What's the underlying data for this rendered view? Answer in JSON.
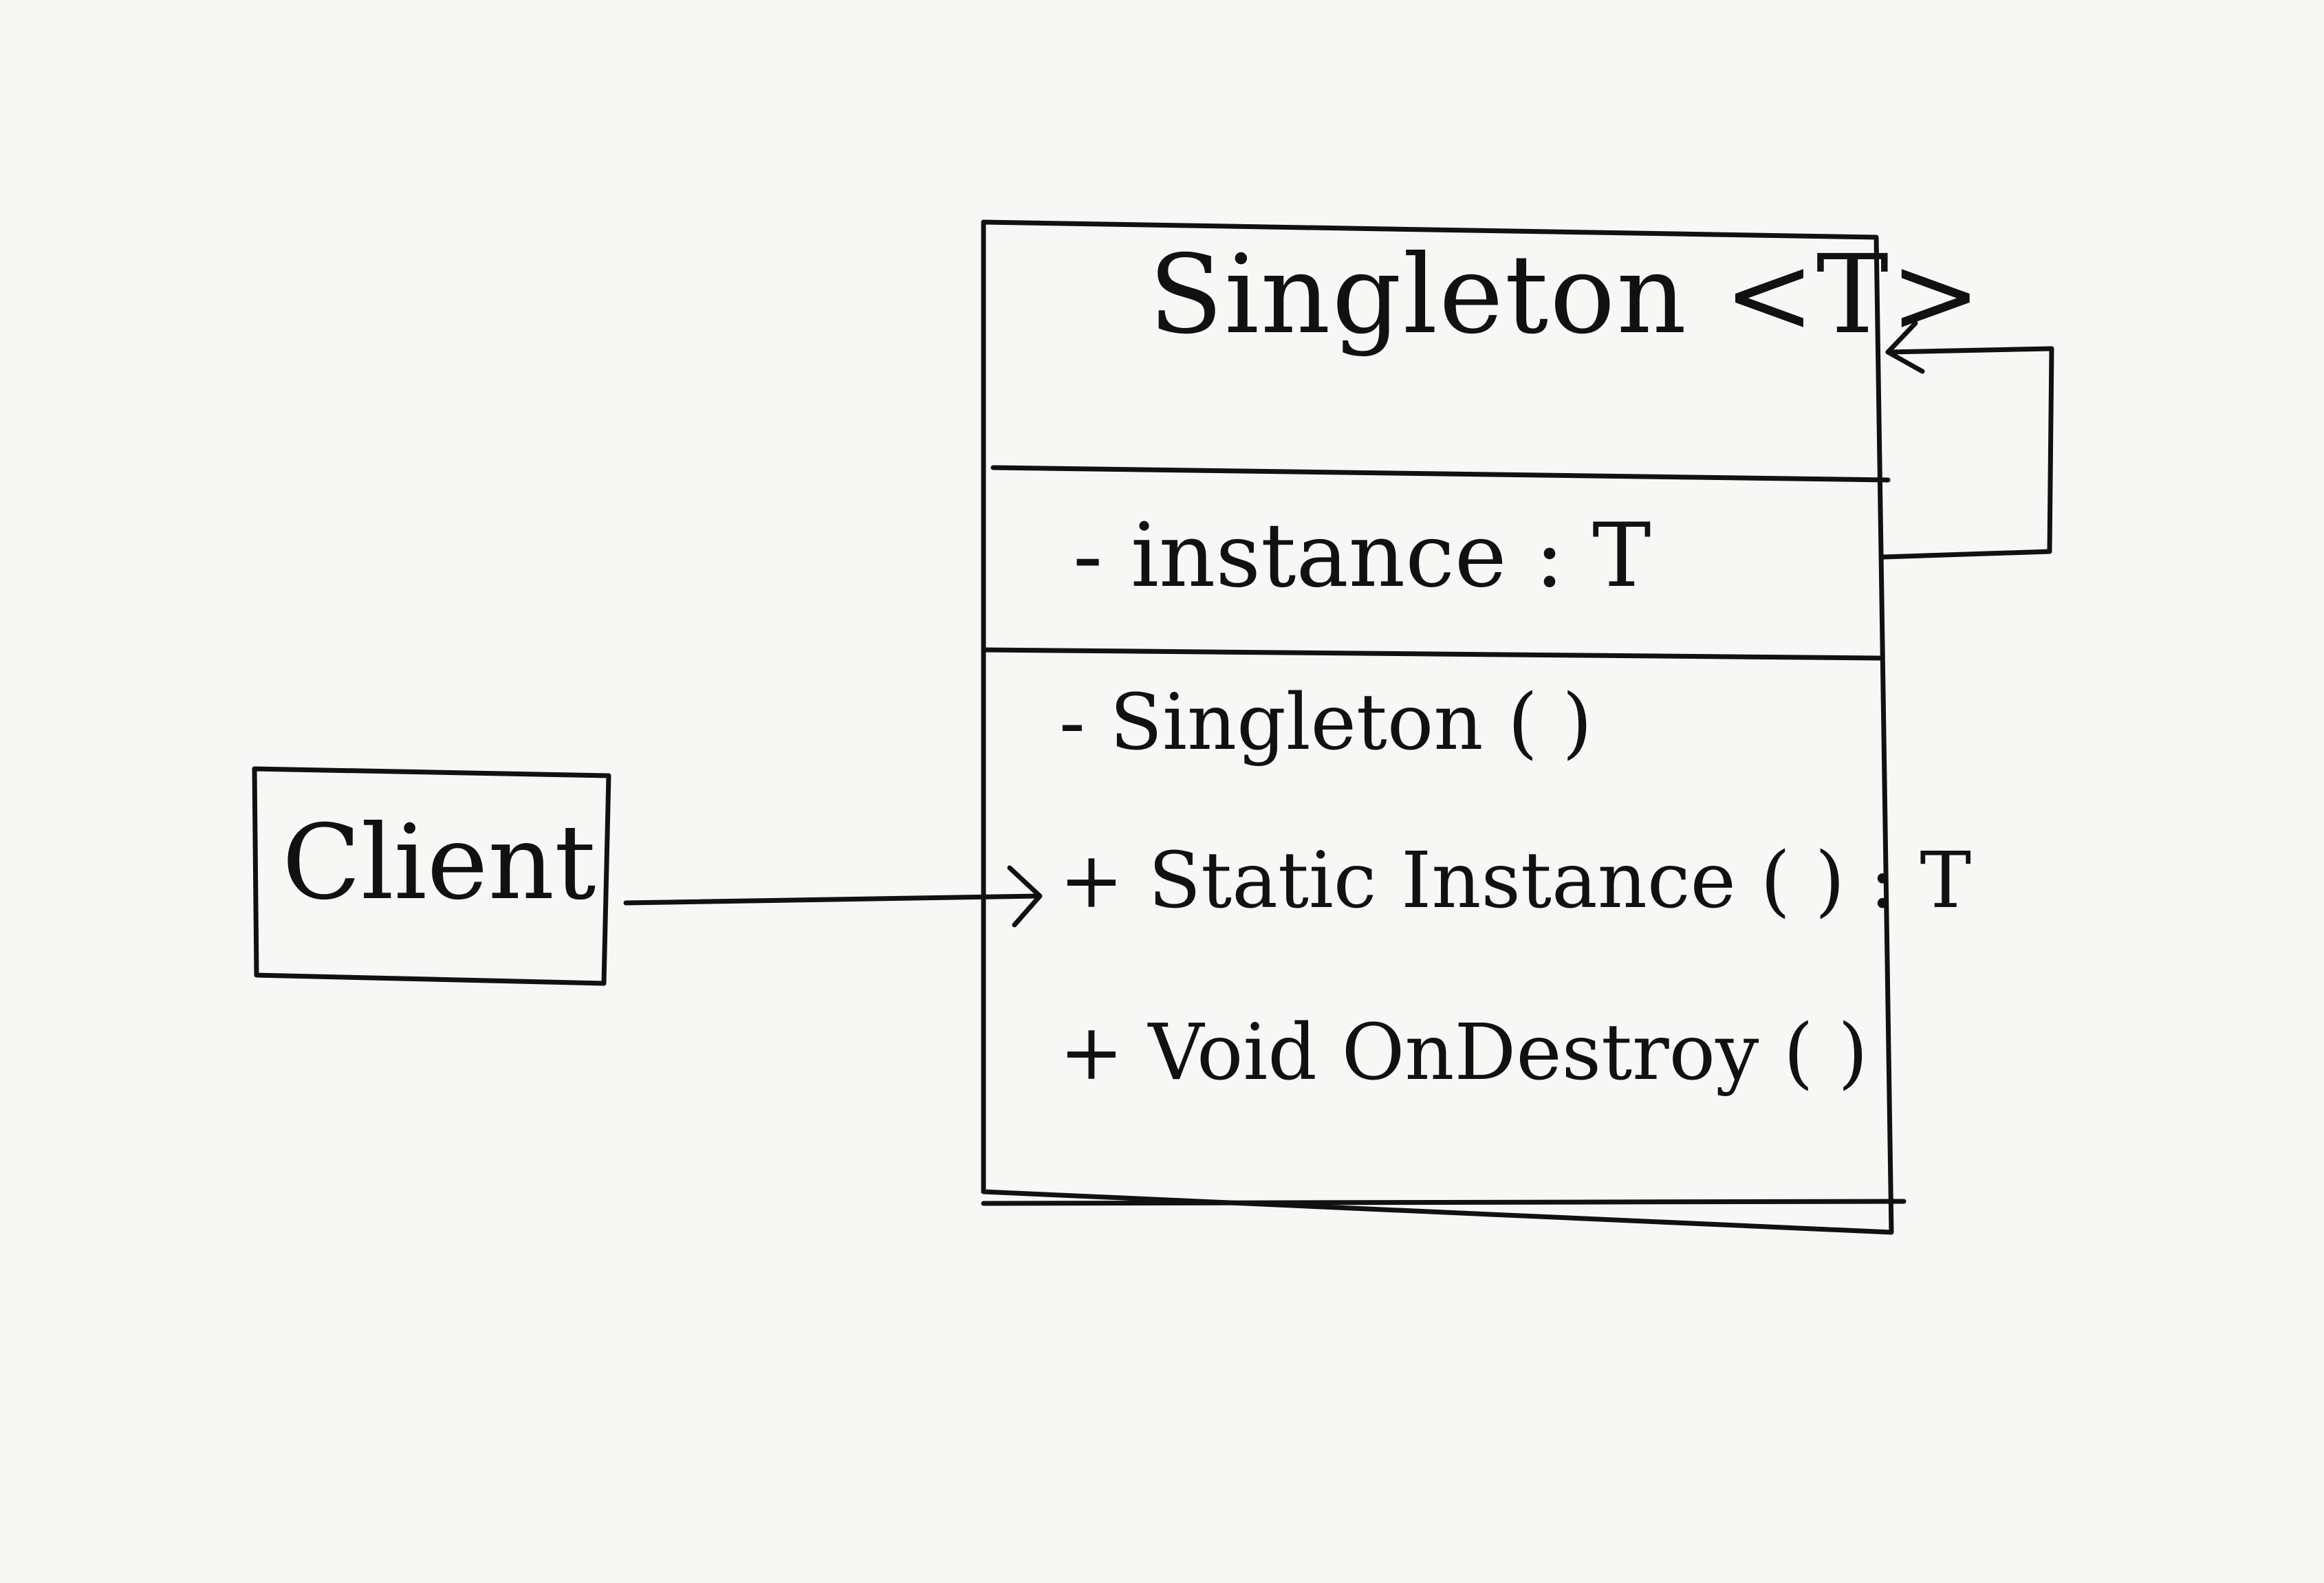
{
  "diagram": {
    "client": {
      "label": "Client"
    },
    "singleton_class": {
      "title": "Singleton <T>",
      "attribute": "- instance : T",
      "methods": [
        "- Singleton ( )",
        "+ Static Instance ( ) : T",
        "+ Void OnDestroy ( )"
      ]
    },
    "association": {
      "from": "Client",
      "to": "Singleton <T>"
    },
    "self_association": {
      "from": "Singleton <T>",
      "to": "Singleton <T>"
    }
  }
}
